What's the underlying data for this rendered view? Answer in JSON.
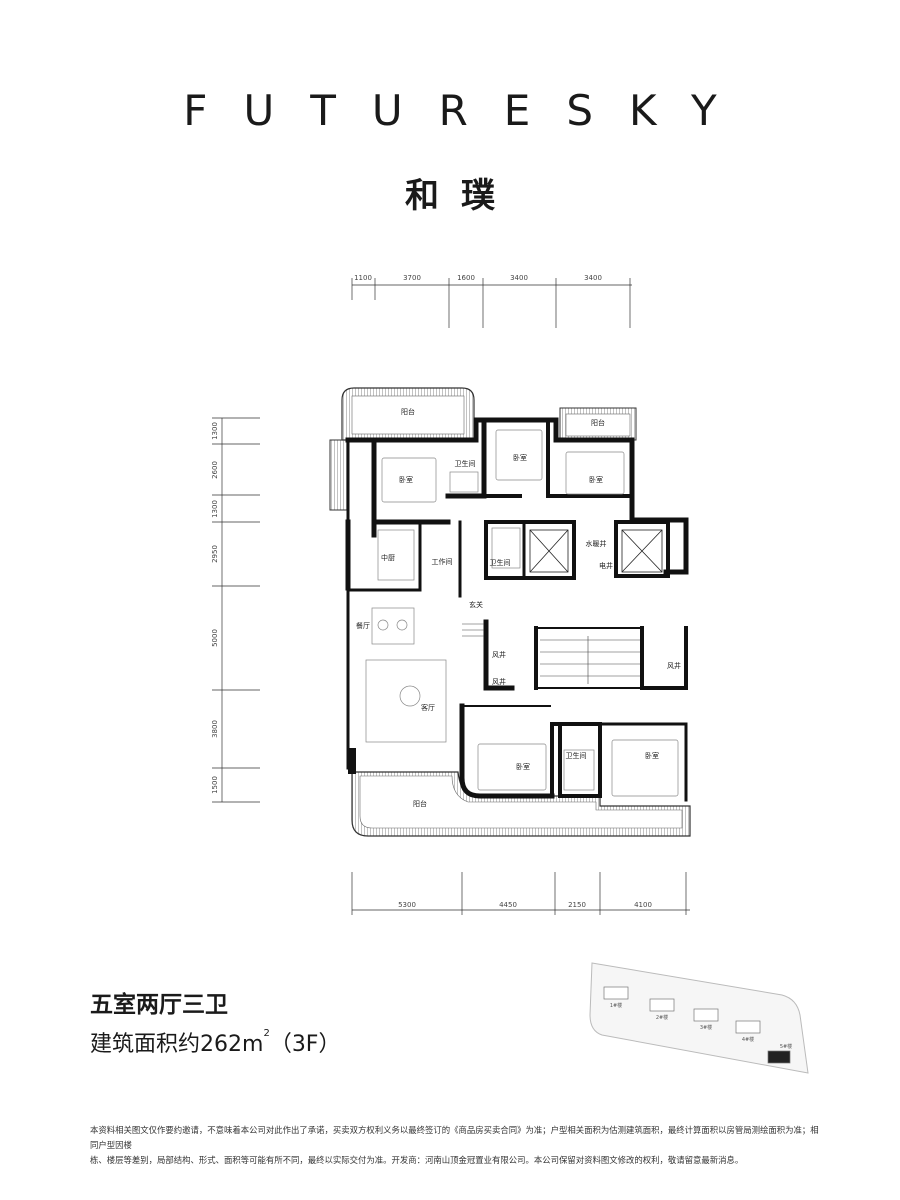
{
  "header": {
    "brand": "FUTURESKY",
    "project": "和璞"
  },
  "plan": {
    "dimensions_top": [
      "1100",
      "3700",
      "1600",
      "3400",
      "3400"
    ],
    "dimensions_bottom": [
      "5300",
      "4450",
      "2150",
      "4100"
    ],
    "dimensions_left": [
      "1300",
      "2600",
      "1300",
      "2950",
      "5000",
      "3800",
      "1500"
    ],
    "rooms": {
      "balcony_top": "阳台",
      "balcony_top_right": "阳台",
      "bedroom_1": "卧室",
      "bath_1": "卫生间",
      "bedroom_2": "卧室",
      "bedroom_3": "卧室",
      "kitchen": "中厨",
      "workroom": "工作间",
      "bath_2": "卫生间",
      "water_shaft": "水暖井",
      "elec_shaft": "电井",
      "foyer": "玄关",
      "dining": "餐厅",
      "living": "客厅",
      "air_shaft_1": "风井",
      "air_shaft_2": "风井",
      "air_shaft_3": "风井",
      "bedroom_4": "卧室",
      "bath_3": "卫生间",
      "bedroom_5": "卧室",
      "balcony_bottom": "阳台"
    }
  },
  "info": {
    "layout_type": "五室两厅三卫",
    "area_prefix": "建筑面积约262m",
    "area_sup": "2",
    "area_suffix": "（3F）"
  },
  "keymap": {
    "labels": [
      "1#楼",
      "2#楼",
      "3#楼",
      "4#楼",
      "5#楼"
    ]
  },
  "footer": {
    "disclaimer_line1": "本资料相关图文仅作要约邀请，不意味着本公司对此作出了承诺，买卖双方权利义务以最终签订的《商品房买卖合同》为准；户型相关面积为估测建筑面积，最终计算面积以房管局测绘面积为准；相同户型因楼",
    "disclaimer_line2": "栋、楼层等差别，局部结构、形式、面积等可能有所不同，最终以实际交付为准。开发商：河南山顶金冠置业有限公司。本公司保留对资料图文修改的权利，敬请留意最新消息。"
  }
}
